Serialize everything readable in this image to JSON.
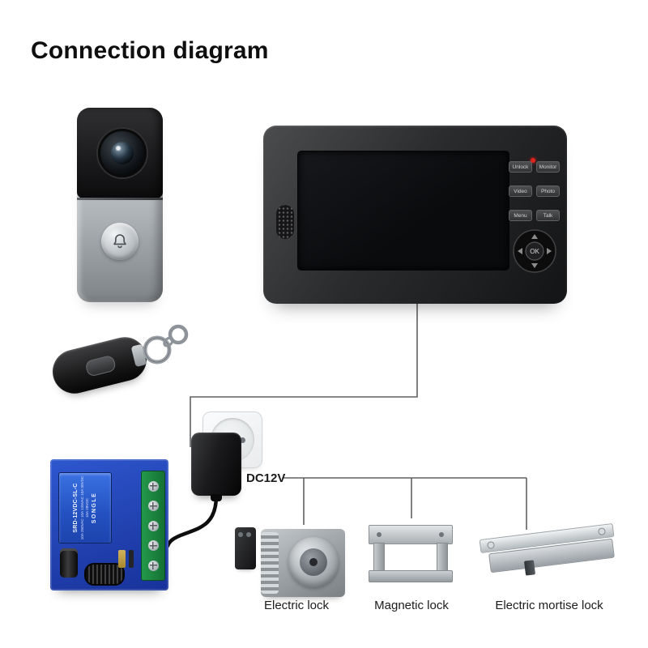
{
  "title": "Connection diagram",
  "monitor": {
    "buttons": [
      {
        "label": "Unlock"
      },
      {
        "label": "Monitor"
      },
      {
        "label": "Video"
      },
      {
        "label": "Photo"
      },
      {
        "label": "Menu"
      },
      {
        "label": "Talk"
      }
    ],
    "ok_label": "OK"
  },
  "power": {
    "label": "DC12V"
  },
  "relay": {
    "model": "SRD-12VDC-SL-C",
    "ratings": "10A 250VAC 10A 125VAC 10A 30VDC 10A 28VDC",
    "brand": "SONGLE"
  },
  "locks": [
    {
      "label": "Electric lock"
    },
    {
      "label": "Magnetic lock"
    },
    {
      "label": "Electric mortise lock"
    }
  ],
  "colors": {
    "pcb_blue": "#2a4fc4",
    "terminal_green": "#1d8a3e",
    "led_red": "#e0231e",
    "wire_gray": "#5f6062"
  }
}
